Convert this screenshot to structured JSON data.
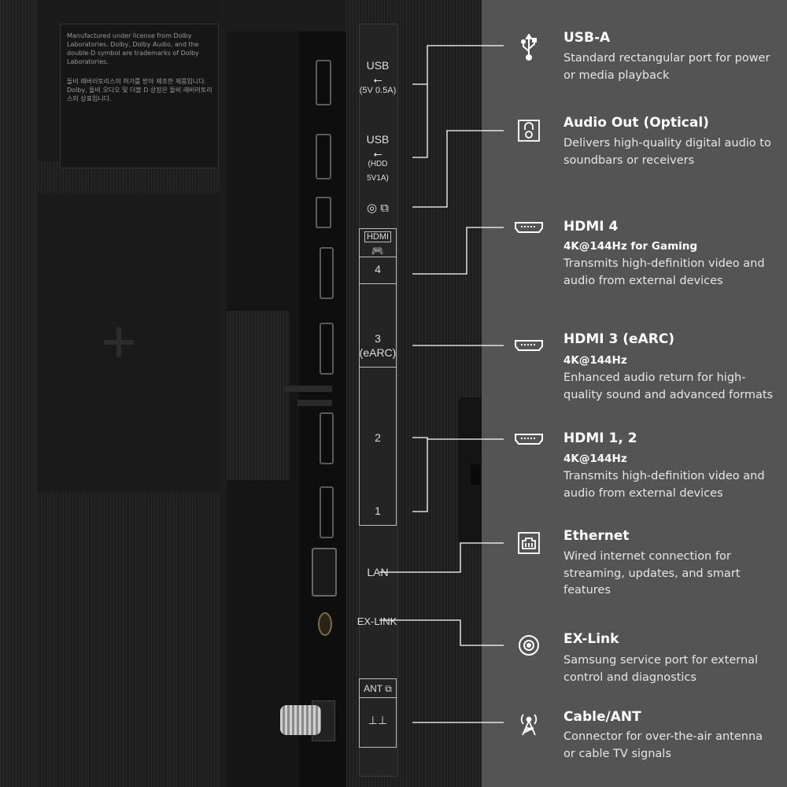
{
  "photo": {
    "dolby_notice": "Manufactured under license from Dolby Laboratories. Dolby, Dolby Audio, and the double-D symbol are trademarks of Dolby Laboratories.",
    "dolby_notice_kr": "돌비 래버러토리스의 허가를 받아 제조한 제품입니다. Dolby, 돌비 오디오 및 더블 D 상징은 돌비 래버러토리스의 상표입니다.",
    "port_labels": {
      "usb1_top": "USB",
      "usb1_rating": "(5V 0.5A)",
      "usb2_top": "USB",
      "usb2_rating": "(HDD 5V1A)",
      "hdmi_header": "HDMI",
      "hdmi4": "4",
      "hdmi3": "3",
      "hdmi3_sub": "(eARC)",
      "hdmi2": "2",
      "hdmi1": "1",
      "lan": "LAN",
      "exlink": "EX-LINK",
      "ant_header": "ANT"
    }
  },
  "features": [
    {
      "icon": "usb-icon",
      "title": "USB-A",
      "spec": "",
      "desc": "Standard rectangular port for power or media playback"
    },
    {
      "icon": "optical-audio-icon",
      "title": "Audio Out (Optical)",
      "spec": "",
      "desc": "Delivers high-quality digital audio to soundbars or receivers"
    },
    {
      "icon": "hdmi-icon",
      "title": "HDMI 4",
      "spec": "4K@144Hz for Gaming",
      "desc": "Transmits high-definition video and audio from external devices"
    },
    {
      "icon": "hdmi-icon",
      "title": "HDMI 3 (eARC)",
      "spec": "4K@144Hz",
      "desc": "Enhanced audio return for high-quality sound and advanced formats"
    },
    {
      "icon": "hdmi-icon",
      "title": "HDMI 1, 2",
      "spec": "4K@144Hz",
      "desc": "Transmits high-definition video and audio from external devices"
    },
    {
      "icon": "ethernet-icon",
      "title": "Ethernet",
      "spec": "",
      "desc": "Wired internet connection for streaming, updates, and smart features"
    },
    {
      "icon": "ex-link-icon",
      "title": "EX-Link",
      "spec": "",
      "desc": "Samsung service port for external control and diagnostics"
    },
    {
      "icon": "antenna-icon",
      "title": "Cable/ANT",
      "spec": "",
      "desc": "Connector for over-the-air antenna or cable TV signals"
    }
  ],
  "colors": {
    "sidebar": "#545454",
    "photo_bg": "#1c1c1c",
    "text": "#ffffff",
    "leader": "#ffffff"
  }
}
